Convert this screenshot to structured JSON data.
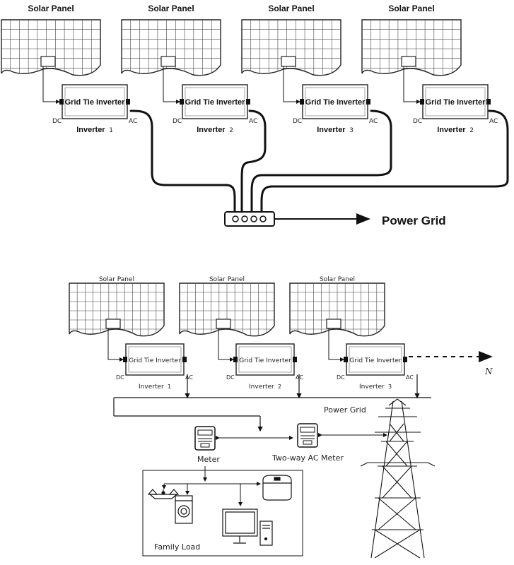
{
  "top": {
    "units": [
      {
        "panel_label": "Solar Panel",
        "inverter_text": "Grid Tie Inverter",
        "dc": "DC",
        "ac": "AC",
        "inverter_label": "Inverter",
        "inverter_num": "1"
      },
      {
        "panel_label": "Solar Panel",
        "inverter_text": "Grid Tie Inverter",
        "dc": "DC",
        "ac": "AC",
        "inverter_label": "Inverter",
        "inverter_num": "2"
      },
      {
        "panel_label": "Solar Panel",
        "inverter_text": "Grid Tie Inverter",
        "dc": "DC",
        "ac": "AC",
        "inverter_label": "Inverter",
        "inverter_num": "3"
      },
      {
        "panel_label": "Solar Panel",
        "inverter_text": "Grid Tie Inverter",
        "dc": "DC",
        "ac": "AC",
        "inverter_label": "Inverter",
        "inverter_num": "2"
      }
    ],
    "power_grid_label": "Power Grid"
  },
  "bottom": {
    "units": [
      {
        "panel_label": "Solar Panel",
        "inverter_text": "Grid Tie Inverter",
        "dc": "DC",
        "ac": "AC",
        "inverter_label": "Inverter",
        "inverter_num": "1"
      },
      {
        "panel_label": "Solar Panel",
        "inverter_text": "Grid Tie Inverter",
        "dc": "DC",
        "ac": "AC",
        "inverter_label": "Inverter",
        "inverter_num": "2"
      },
      {
        "panel_label": "Solar Panel",
        "inverter_text": "Grid Tie Inverter",
        "dc": "DC",
        "ac": "AC",
        "inverter_label": "Inverter",
        "inverter_num": "3"
      }
    ],
    "n_label": "N",
    "power_grid_label": "Power Grid",
    "meter_label": "Meter",
    "two_way_meter_label": "Two-way AC Meter",
    "family_load_label": "Family Load"
  },
  "colors": {
    "ink": "#111111",
    "panel_cell": "#ffffff",
    "panel_frame": "#333333"
  }
}
